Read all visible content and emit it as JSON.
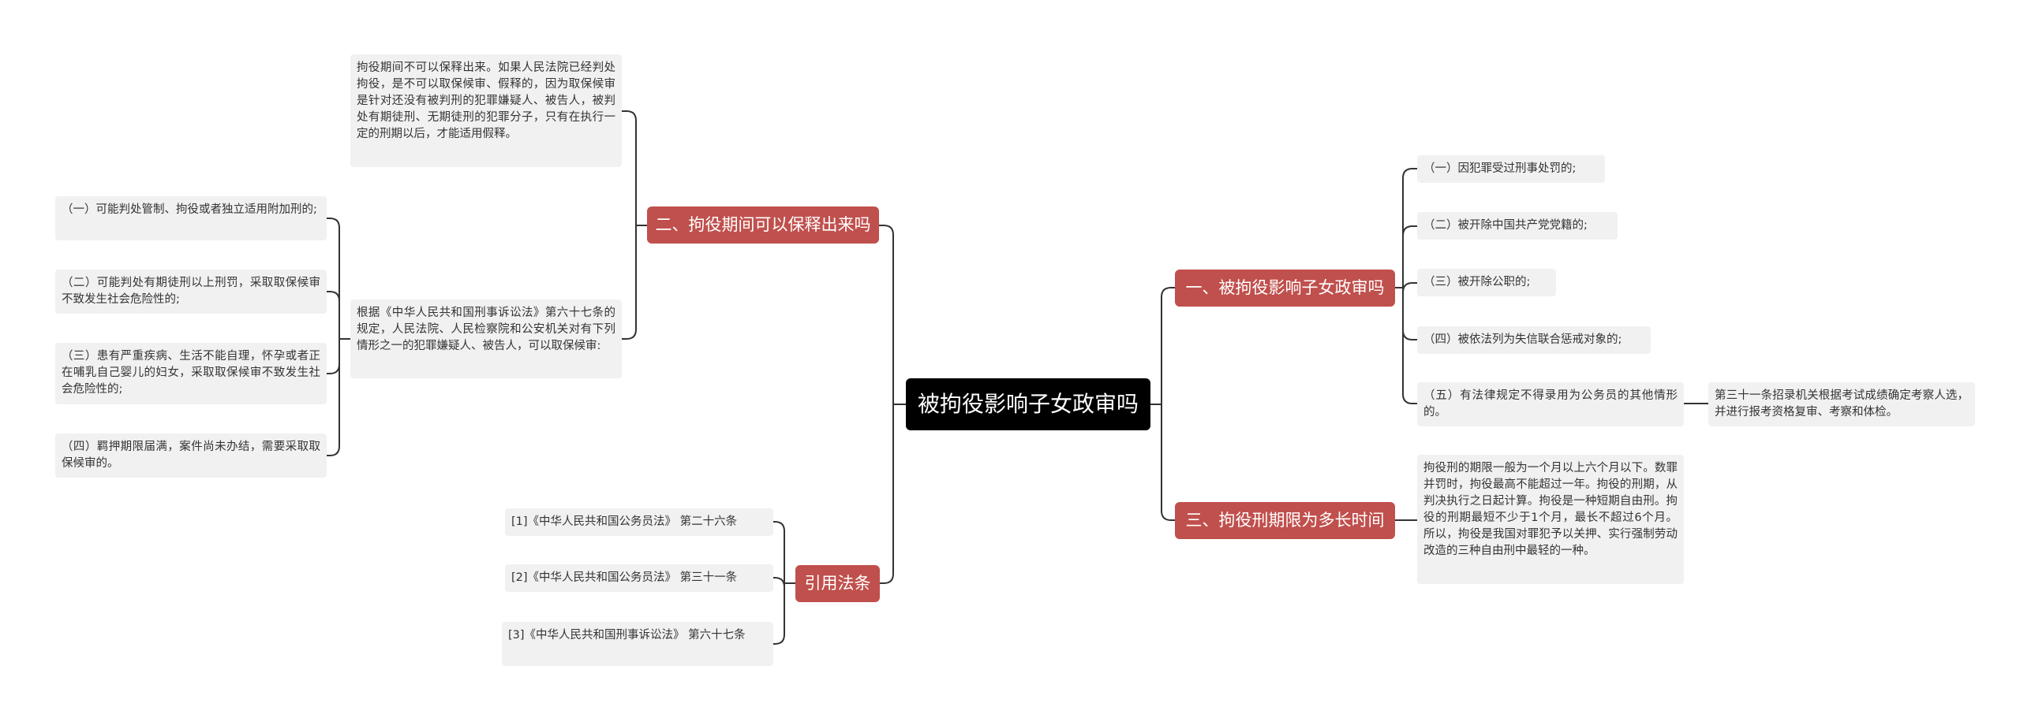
{
  "colors": {
    "root_bg": "#000000",
    "branch_bg": "#c0504d",
    "leaf_bg": "#f1f1f1",
    "line": "#333333"
  },
  "root": {
    "label": "被拘役影响子女政审吗"
  },
  "branches": {
    "b1": {
      "label": "一、被拘役影响子女政审吗",
      "items": [
        "（一）因犯罪受过刑事处罚的;",
        "（二）被开除中国共产党党籍的;",
        "（三）被开除公职的;",
        "（四）被依法列为失信联合惩戒对象的;",
        "（五）有法律规定不得录用为公务员的其他情形的。"
      ],
      "sub": "第三十一条招录机关根据考试成绩确定考察人选，并进行报考资格复审、考察和体检。"
    },
    "b2": {
      "label": "二、拘役期间可以保释出来吗",
      "text1": "拘役期间不可以保释出来。如果人民法院已经判处拘役，是不可以取保候审、假释的，因为取保候审是针对还没有被判刑的犯罪嫌疑人、被告人，被判处有期徒刑、无期徒刑的犯罪分子，只有在执行一定的刑期以后，才能适用假释。",
      "text2": "根据《中华人民共和国刑事诉讼法》第六十七条的规定，人民法院、人民检察院和公安机关对有下列情形之一的犯罪嫌疑人、被告人，可以取保候审:",
      "conditions": [
        "（一）可能判处管制、拘役或者独立适用附加刑的;",
        "（二）可能判处有期徒刑以上刑罚，采取取保候审不致发生社会危险性的;",
        "（三）患有严重疾病、生活不能自理，怀孕或者正在哺乳自己婴儿的妇女，采取取保候审不致发生社会危险性的;",
        "（四）羁押期限届满，案件尚未办结，需要采取取保候审的。"
      ]
    },
    "b3": {
      "label": "三、拘役刑期限为多长时间",
      "text": "拘役刑的期限一般为一个月以上六个月以下。数罪并罚时，拘役最高不能超过一年。拘役的刑期，从判决执行之日起计算。拘役是一种短期自由刑。拘役的刑期最短不少于1个月，最长不超过6个月。所以，拘役是我国对罪犯予以关押、实行强制劳动改造的三种自由刑中最轻的一种。"
    },
    "b4": {
      "label": "引用法条",
      "items": [
        "[1]《中华人民共和国公务员法》 第二十六条",
        "[2]《中华人民共和国公务员法》 第三十一条",
        "[3]《中华人民共和国刑事诉讼法》 第六十七条"
      ]
    }
  }
}
